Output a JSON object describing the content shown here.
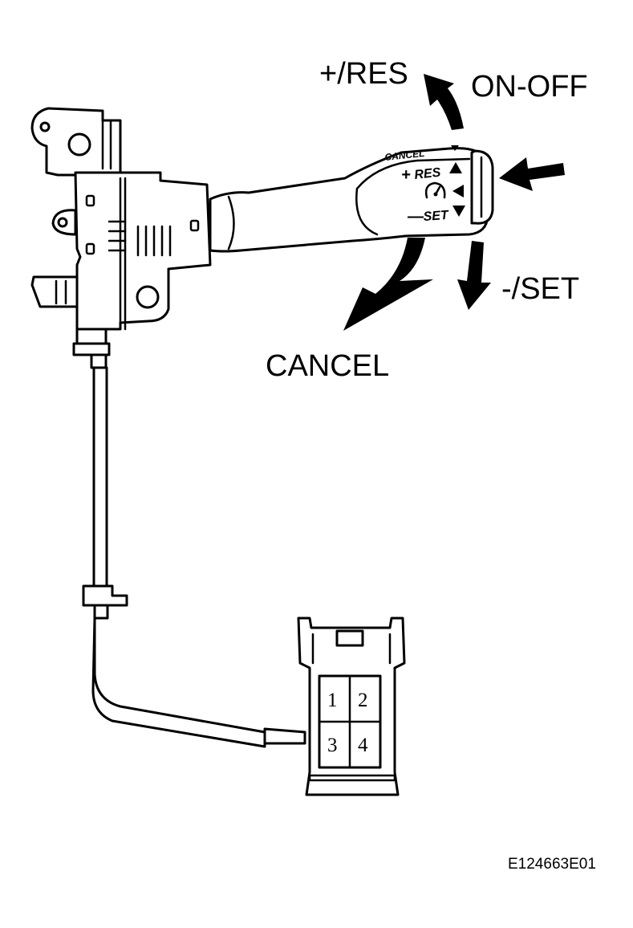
{
  "labels": {
    "res": "+/RES",
    "on_off": "ON-OFF",
    "set": "-/SET",
    "cancel": "CANCEL"
  },
  "lever_markings": {
    "cancel": "CANCEL",
    "res": "RES",
    "set": "SET",
    "plus": "+",
    "minus": "—"
  },
  "connector_pins": [
    "1",
    "2",
    "3",
    "4"
  ],
  "figure_id": "E124663E01",
  "colors": {
    "line": "#000000",
    "background": "#ffffff"
  }
}
